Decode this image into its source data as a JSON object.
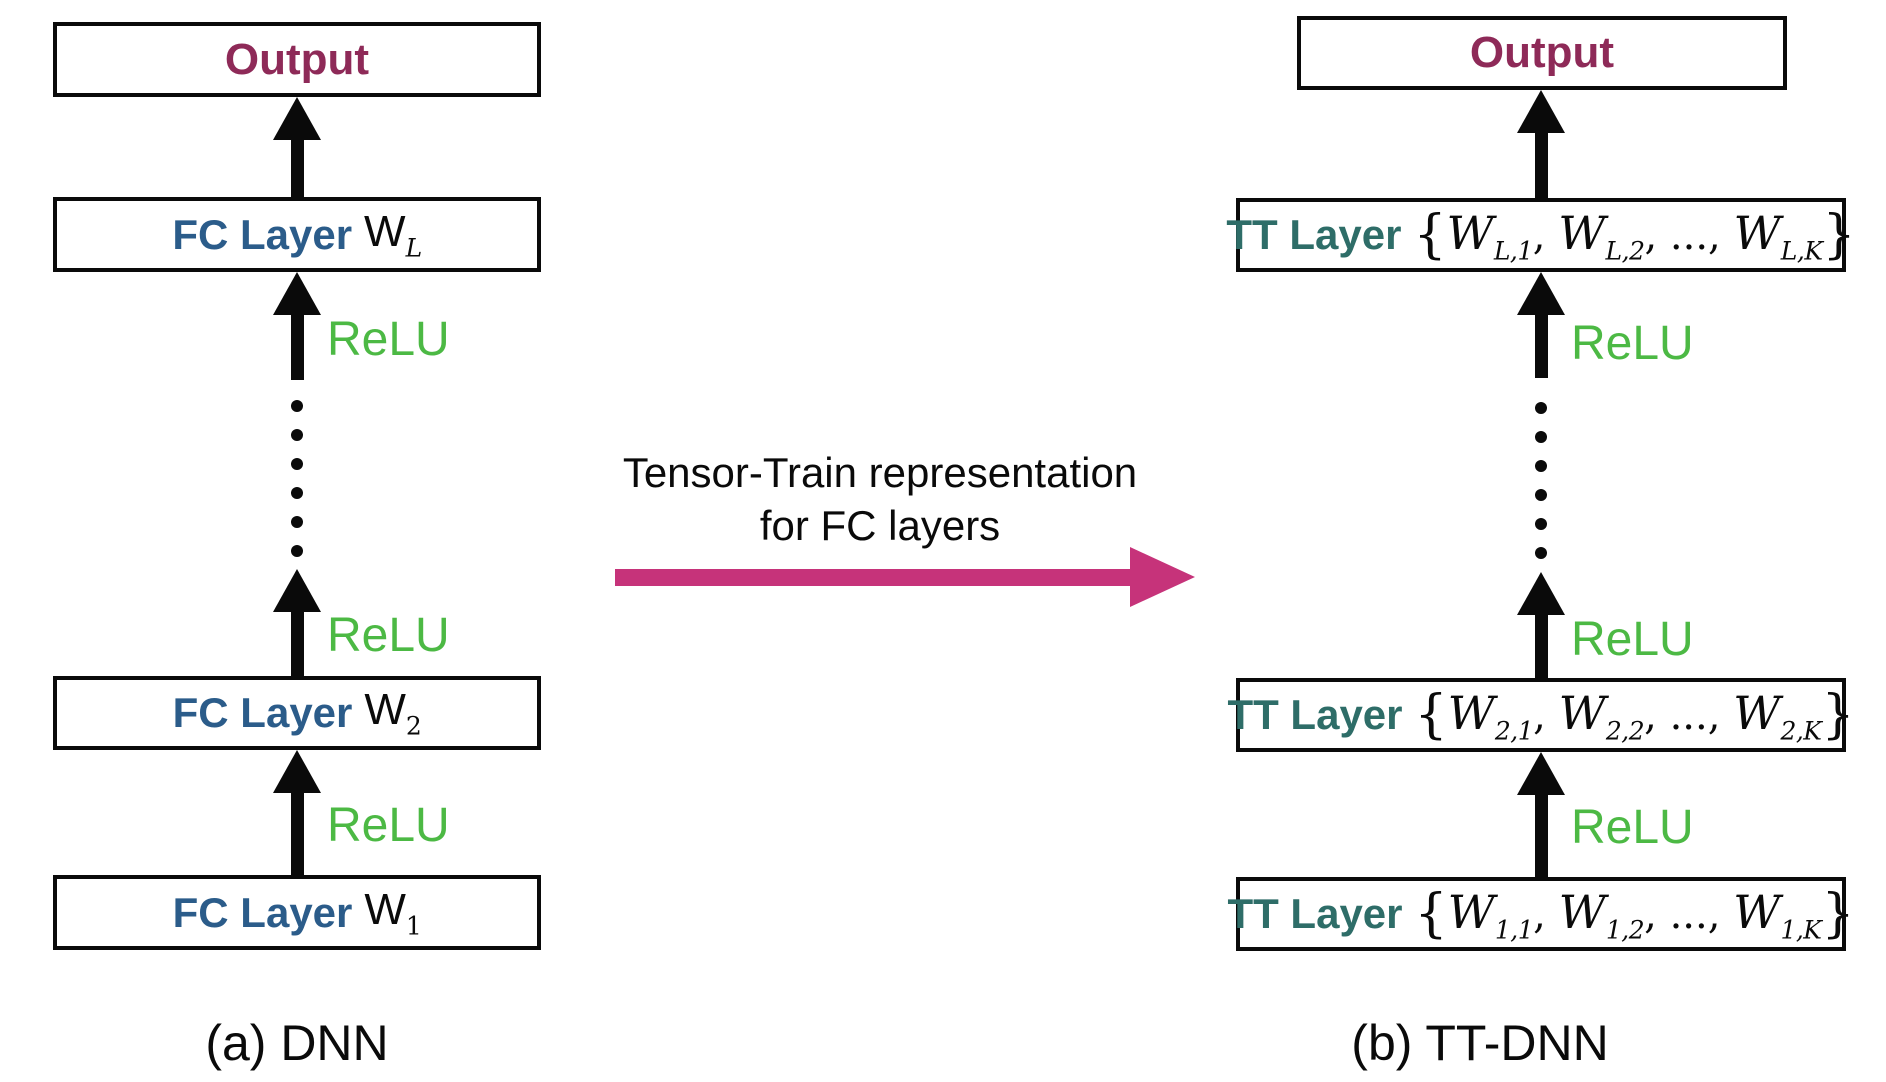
{
  "figure": {
    "type": "diagram",
    "description": "Comparison of a DNN with fully-connected layers and a TT-DNN using Tensor-Train layers"
  },
  "colors": {
    "output_text": "#8e2a58",
    "fc_layer_text": "#2b5c8a",
    "tt_layer_text": "#2e6d68",
    "relu_text": "#4cb944",
    "transform_arrow": "#c6337a",
    "line_and_text": "#0a0a0a",
    "background": "#ffffff"
  },
  "left": {
    "caption": "(a) DNN",
    "output_label": "Output",
    "relu": "ReLU",
    "boxes": [
      {
        "prefix": "FC Layer",
        "w": "W",
        "sub": "L"
      },
      {
        "prefix": "FC Layer",
        "w": "W",
        "sub": "2"
      },
      {
        "prefix": "FC Layer",
        "w": "W",
        "sub": "1"
      }
    ]
  },
  "middle": {
    "line1": "Tensor-Train representation",
    "line2": "for FC layers"
  },
  "right": {
    "caption": "(b) TT-DNN",
    "output_label": "Output",
    "relu": "ReLU",
    "boxes": [
      {
        "prefix": "TT Layer",
        "open": "{",
        "w": "W",
        "sub1": "L,1",
        "sep1": ", ",
        "sub2": "L,2",
        "ellipsis": ", ..., ",
        "sub3": "L,K",
        "close": "}"
      },
      {
        "prefix": "TT Layer",
        "open": "{",
        "w": "W",
        "sub1": "2,1",
        "sep1": ", ",
        "sub2": "2,2",
        "ellipsis": ", ..., ",
        "sub3": "2,K",
        "close": "}"
      },
      {
        "prefix": "TT Layer",
        "open": "{",
        "w": "W",
        "sub1": "1,1",
        "sep1": ", ",
        "sub2": "1,2",
        "ellipsis": ", ..., ",
        "sub3": "1,K",
        "close": "}"
      }
    ]
  }
}
